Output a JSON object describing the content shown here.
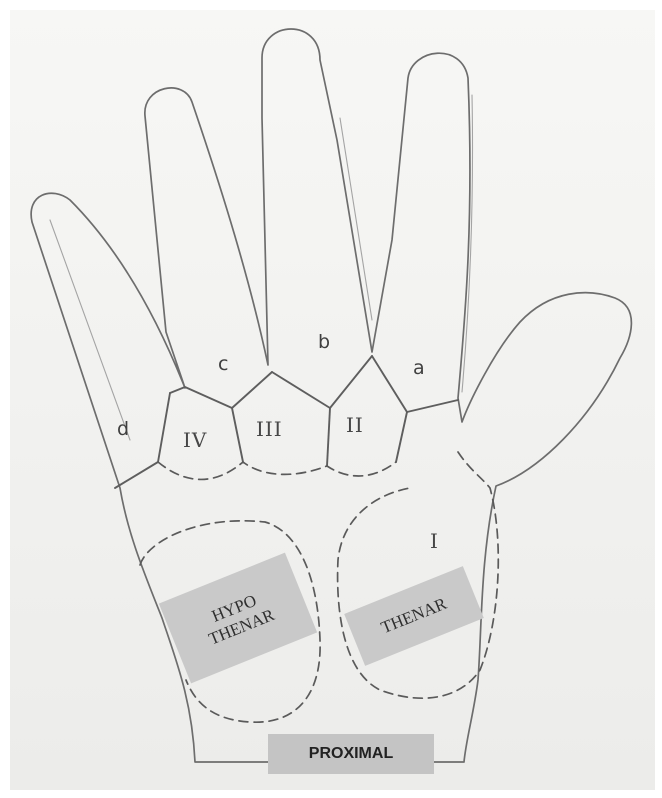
{
  "labels": {
    "interdigital_a": "a",
    "interdigital_b": "b",
    "interdigital_c": "c",
    "interdigital_d": "d",
    "pad_I": "I",
    "pad_II": "II",
    "pad_III": "III",
    "pad_IV": "IV",
    "hypothenar_line1": "HYPO",
    "hypothenar_line2": "THENAR",
    "thenar": "THENAR",
    "proximal": "PROXIMAL"
  }
}
